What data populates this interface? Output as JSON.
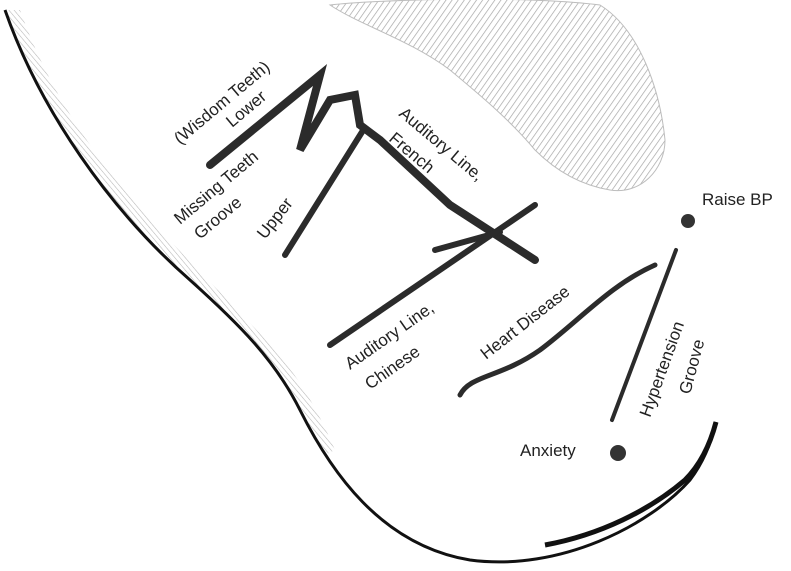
{
  "labels": {
    "wisdom_teeth": "(Wisdom Teeth)",
    "lower": "Lower",
    "missing_teeth": "Missing Teeth",
    "groove": "Groove",
    "upper": "Upper",
    "auditory_line_french_1": "Auditory Line,",
    "auditory_line_french_2": "French",
    "auditory_line_chinese_1": "Auditory Line,",
    "auditory_line_chinese_2": "Chinese",
    "heart_disease": "Heart Disease",
    "hypertension": "Hypertension",
    "hypertension_groove": "Groove",
    "raise_bp": "Raise BP",
    "anxiety": "Anxiety"
  },
  "colors": {
    "line": "#2b2b2b",
    "outline": "#111111",
    "hatch": "#9a9a9a",
    "text": "#222222"
  }
}
